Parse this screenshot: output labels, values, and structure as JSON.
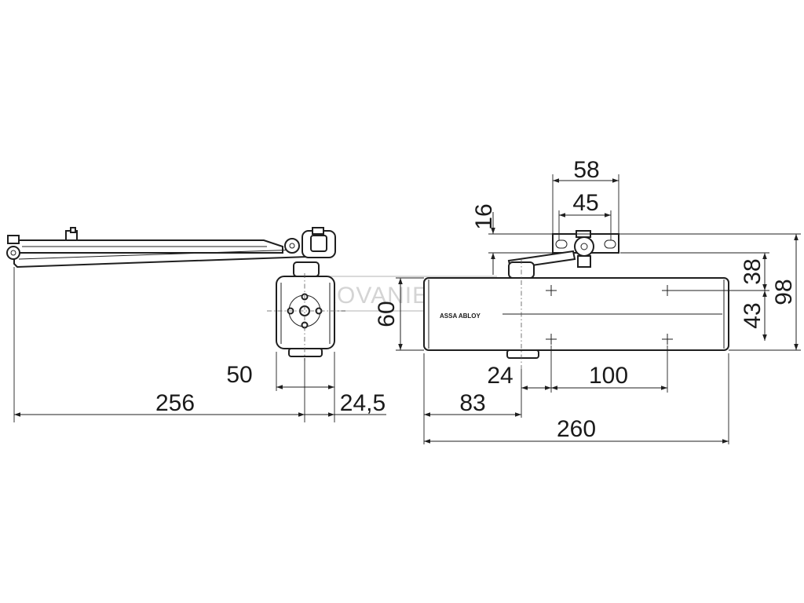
{
  "watermark": {
    "text": "KOVANIE"
  },
  "brand": {
    "text": "ASSA ABLOY"
  },
  "left_view": {
    "dims": {
      "arm_length": "256",
      "bracket_width": "50",
      "offset": "24,5"
    }
  },
  "right_view": {
    "dims": {
      "plate_width": "58",
      "hole_spacing": "45",
      "plate_offset": "16",
      "body_height": "60",
      "arm_height": "38",
      "body_depth": "43",
      "total_height": "98",
      "spindle_offset": "24",
      "screw_spacing": "100",
      "spindle_from_edge": "83",
      "body_length": "260"
    }
  },
  "colors": {
    "line": "#1f1f1f",
    "watermark": "#d4d4d4"
  }
}
